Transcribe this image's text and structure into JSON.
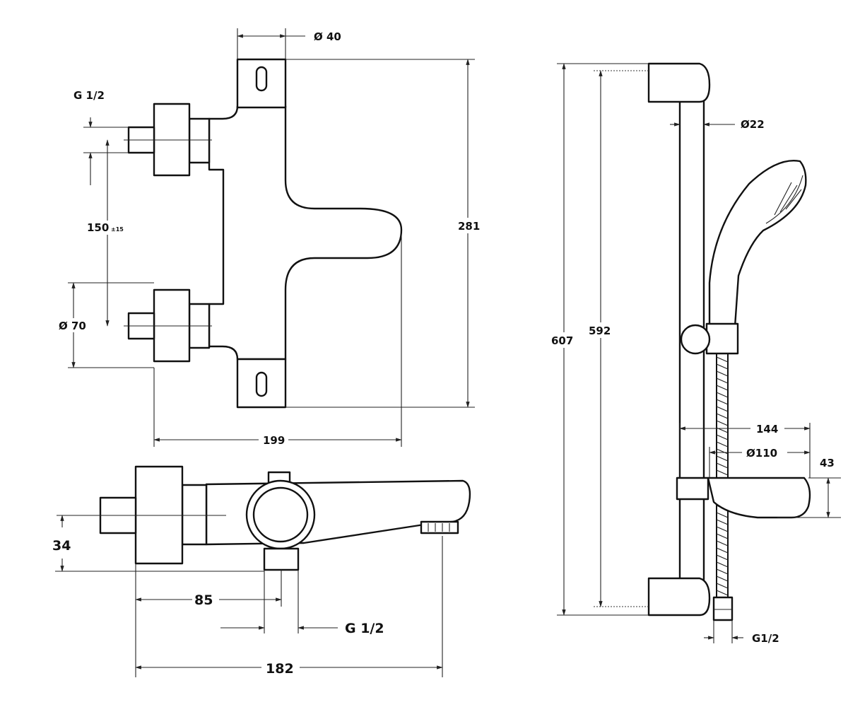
{
  "front_view": {
    "dia_40": "Ø 40",
    "g_half": "G 1/2",
    "center_dist": "150",
    "center_tol": "±15",
    "dia_70": "Ø 70",
    "height_281": "281",
    "width_199": "199"
  },
  "side_view": {
    "height_34": "34",
    "dist_85": "85",
    "g_half": "G 1/2",
    "length_182": "182"
  },
  "shower_set": {
    "height_607": "607",
    "height_592": "592",
    "dia_22": "Ø22",
    "dist_144": "144",
    "dia_110": "Ø110",
    "height_43": "43",
    "g_half": "G1/2"
  }
}
